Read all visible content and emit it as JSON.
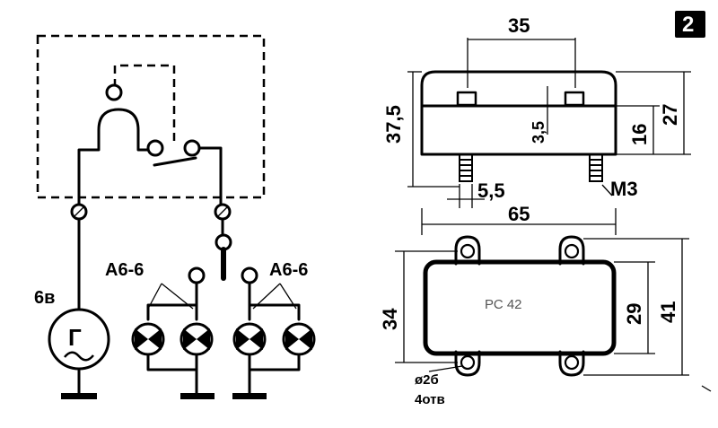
{
  "figure_number": "2",
  "schematic": {
    "voltage_label": "6в",
    "generator_symbol": "Г",
    "lamp_group_left_label": "А6-6",
    "lamp_group_right_label": "А6-6"
  },
  "drawing": {
    "dim_top_width": "35",
    "dim_height_total": "37,5",
    "dim_height_right": "27",
    "dim_height_body": "16",
    "dim_slot": "3,5",
    "dim_pin_spacing": "5,5",
    "thread_label": "М3",
    "dim_overall_length": "65",
    "dim_width_left": "34",
    "dim_width_inner": "29",
    "dim_width_outer": "41",
    "hole_diameter": "ø2б",
    "hole_count": "4отв",
    "body_marking": "РС 42"
  }
}
